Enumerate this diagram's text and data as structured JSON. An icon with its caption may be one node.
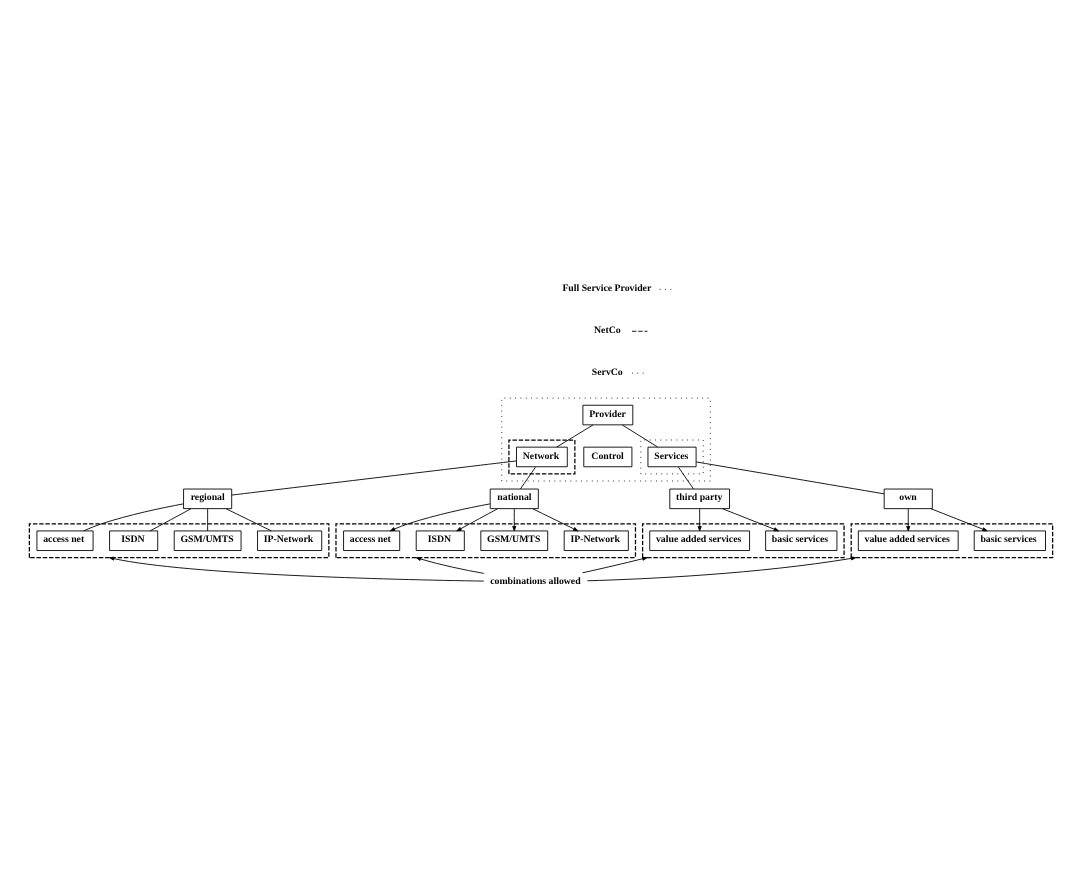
{
  "diagram": {
    "nodes": [
      {
        "text": [],
        "shape": "box"
      },
      {
        "text": [
          "Provider"
        ],
        "in": 0
      },
      {
        "text": [],
        "shape": "box",
        "in": 0
      },
      {
        "text": [
          "Network"
        ],
        "in": 2
      },
      {
        "text": [
          "Control"
        ],
        "in": 0
      },
      {
        "text": [],
        "shape": "box",
        "in": 0
      },
      {
        "text": [
          "Services"
        ],
        "in": 5
      },
      {
        "text": [
          "regional"
        ]
      },
      {
        "text": [
          "national"
        ]
      },
      {
        "text": [
          "third party"
        ]
      },
      {
        "text": [
          "own"
        ]
      },
      {
        "text": [],
        "shape": "box"
      },
      {
        "text": [
          "IP-Network"
        ],
        "in": 11
      },
      {
        "text": [
          "GSM/UMTS"
        ],
        "in": 11
      },
      {
        "text": [
          "ISDN"
        ],
        "in": 11
      },
      {
        "text": [
          "access net"
        ],
        "in": 11
      },
      {
        "text": [],
        "shape": "box"
      },
      {
        "text": [
          "IP-Network"
        ],
        "in": 16
      },
      {
        "text": [
          "GSM/UMTS"
        ],
        "in": 16
      },
      {
        "text": [
          "ISDN"
        ],
        "in": 16
      },
      {
        "text": [
          "access net"
        ],
        "in": 16
      },
      {
        "text": [],
        "shape": "box"
      },
      {
        "text": [
          "basic services"
        ],
        "in": 21
      },
      {
        "text": [
          "value added services"
        ],
        "in": 21
      },
      {
        "text": [],
        "shape": "box"
      },
      {
        "text": [
          "basic services"
        ],
        "in": 24
      },
      {
        "text": [
          "value added services"
        ],
        "in": 24
      },
      {
        "text": [
          "combinations allowed"
        ]
      }
    ],
    "edges": [
      {
        "from": 1,
        "to": 3,
        "arrow": "none"
      },
      {
        "from": 1,
        "to": 6,
        "arrow": "none"
      },
      {
        "from": 3,
        "to": 7,
        "arrow": "none"
      },
      {
        "from": 3,
        "to": 8,
        "arrow": "none"
      },
      {
        "from": 6,
        "to": 9,
        "arrow": "none"
      },
      {
        "from": 6,
        "to": 10,
        "arrow": "none"
      },
      {
        "from": 7,
        "to": 12,
        "arrow": "none"
      },
      {
        "from": 7,
        "to": 13,
        "arrow": "none"
      },
      {
        "from": 7,
        "to": 14,
        "arrow": "none"
      },
      {
        "from": 7,
        "to": 15,
        "arrow": "none"
      },
      {
        "from": 8,
        "to": 17,
        "arrow": "to"
      },
      {
        "from": 8,
        "to": 18,
        "arrow": "to"
      },
      {
        "from": 8,
        "to": 19,
        "arrow": "to"
      },
      {
        "from": 8,
        "to": 20,
        "arrow": "to"
      },
      {
        "from": 9,
        "to": 22,
        "arrow": "to"
      },
      {
        "from": 9,
        "to": 23,
        "arrow": "to"
      },
      {
        "from": 10,
        "to": 25,
        "arrow": "to"
      },
      {
        "from": 10,
        "to": 26,
        "arrow": "to"
      },
      {
        "from": 27,
        "to": 11,
        "arrow": "to"
      },
      {
        "from": 27,
        "to": 16,
        "arrow": "to"
      },
      {
        "from": 27,
        "to": 21,
        "arrow": "to"
      },
      {
        "from": 27,
        "to": 24,
        "arrow": "to"
      }
    ],
    "legend": [
      {
        "text": "Full Service Provider"
      },
      {
        "text": "NetCo"
      },
      {
        "text": "ServCo"
      }
    ]
  }
}
